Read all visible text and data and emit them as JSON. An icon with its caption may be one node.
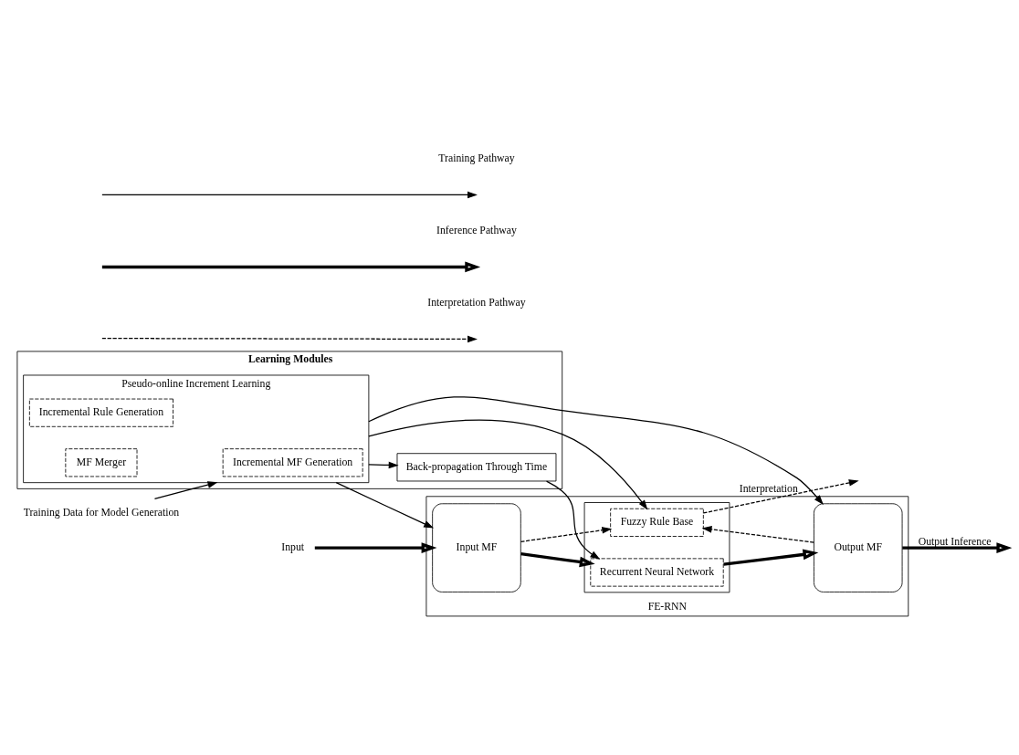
{
  "diagram": {
    "nodes": [
      {
        "text": [
          "Learning Modules"
        ]
      },
      {
        "text": [
          "Pseudo-online Increment Learning"
        ],
        "in": 0
      },
      {
        "text": [
          "Incremental MF Generation"
        ],
        "in": 1
      },
      {
        "text": [
          "Incremental Rule Generation"
        ],
        "in": 1
      },
      {
        "text": [
          "MF Merger"
        ],
        "in": 1
      },
      {
        "text": [
          "Back-propagation Through Time"
        ],
        "in": 0
      },
      {
        "text": [
          "FE-RNN"
        ]
      },
      {
        "text": [
          "Input MF"
        ],
        "in": 6
      },
      {
        "text": [],
        "shape": "box",
        "in": 6
      },
      {
        "text": [
          "Fuzzy Rule Base"
        ],
        "in": 8
      },
      {
        "text": [
          "Recurrent Neural Network"
        ],
        "in": 8
      },
      {
        "text": [
          "Output MF"
        ],
        "in": 6
      },
      {
        "text": [
          "Training Data for Model Generation"
        ]
      },
      {
        "text": [
          "Input"
        ]
      }
    ],
    "edges": [
      {
        "from": 12,
        "to": 1,
        "arrow": "to"
      },
      {
        "from": 1,
        "to": 5,
        "arrow": "to"
      },
      {
        "from": 1,
        "to": 7,
        "arrow": "to"
      },
      {
        "from": 1,
        "to": 9,
        "arrow": "to"
      },
      {
        "from": 1,
        "to": 11,
        "arrow": "to"
      },
      {
        "from": 5,
        "to": 10,
        "arrow": "to"
      },
      {
        "from": 13,
        "to": 7,
        "arrow": "to",
        "style": "thick"
      },
      {
        "from": 7,
        "to": 10,
        "arrow": "to",
        "style": "thick"
      },
      {
        "from": 10,
        "to": 11,
        "arrow": "to",
        "style": "thick"
      },
      {
        "from": 11,
        "to": null,
        "arrow": "to",
        "style": "thick",
        "label": "Output Inference"
      },
      {
        "from": 7,
        "to": 9,
        "arrow": "to",
        "style": "dashed"
      },
      {
        "from": 11,
        "to": 9,
        "arrow": "to",
        "style": "dashed"
      },
      {
        "from": 9,
        "to": null,
        "arrow": "to",
        "style": "dashed",
        "label": "Interpretation"
      }
    ],
    "legend": [
      {
        "text": "Training Pathway"
      },
      {
        "text": "Inference Pathway"
      },
      {
        "text": "Interpretation Pathway"
      }
    ]
  }
}
